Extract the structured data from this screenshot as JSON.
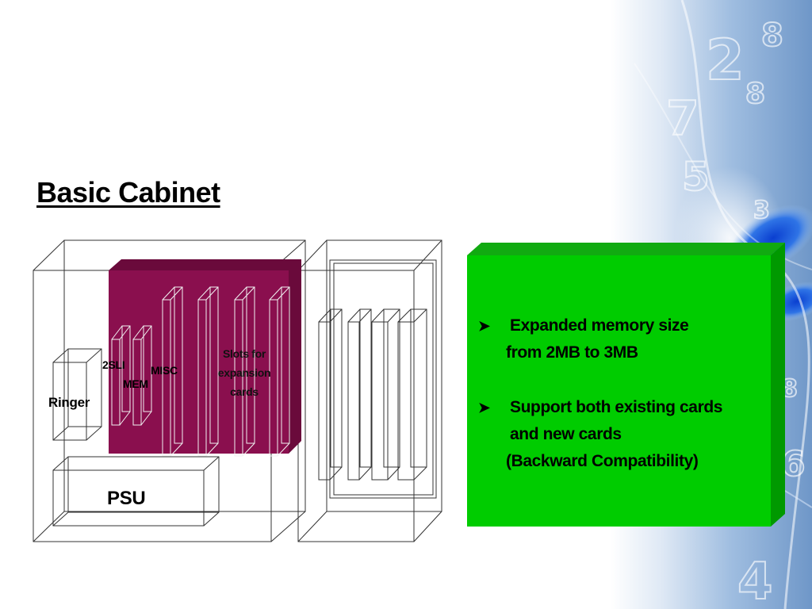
{
  "slide": {
    "title": "Basic Cabinet"
  },
  "diagram": {
    "labels": {
      "ringer": "Ringer",
      "sli": "2SLI",
      "mem": "MEM",
      "misc": "MISC",
      "slots_1": "Slots for",
      "slots_2": "expansion",
      "slots_3": "cards",
      "psu": "PSU"
    },
    "colors": {
      "card_area": "#8a0f4e",
      "green_panel": "#00cc00",
      "green_panel_dark": "#009900"
    }
  },
  "bullets": {
    "icon": "arrow-bullet-icon",
    "item1_line1": "Expanded memory size",
    "item1_line2": "from 2MB to 3MB",
    "item2_line1": "Support both existing cards",
    "item2_line2": "and new cards",
    "item2_line3": "(Backward Compatibility)"
  }
}
